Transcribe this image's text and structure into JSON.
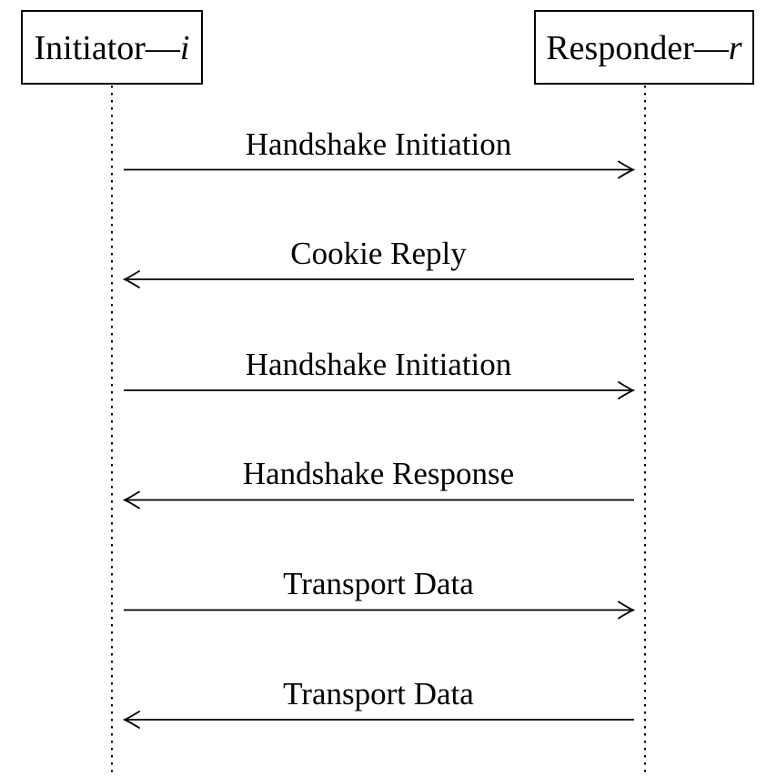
{
  "diagram": {
    "type": "sequence-diagram",
    "topic": "protocol handshake message exchange",
    "colors": {
      "ink": "#000000",
      "background": "#ffffff"
    },
    "actors": [
      {
        "id": "initiator",
        "name": "Initiator",
        "separator": "—",
        "variable": "i"
      },
      {
        "id": "responder",
        "name": "Responder",
        "separator": "—",
        "variable": "r"
      }
    ],
    "messages": [
      {
        "label": "Handshake Initiation",
        "from": "initiator",
        "to": "responder",
        "direction": "right"
      },
      {
        "label": "Cookie Reply",
        "from": "responder",
        "to": "initiator",
        "direction": "left"
      },
      {
        "label": "Handshake Initiation",
        "from": "initiator",
        "to": "responder",
        "direction": "right"
      },
      {
        "label": "Handshake Response",
        "from": "responder",
        "to": "initiator",
        "direction": "left"
      },
      {
        "label": "Transport Data",
        "from": "initiator",
        "to": "responder",
        "direction": "right"
      },
      {
        "label": "Transport Data",
        "from": "responder",
        "to": "initiator",
        "direction": "left"
      }
    ]
  }
}
